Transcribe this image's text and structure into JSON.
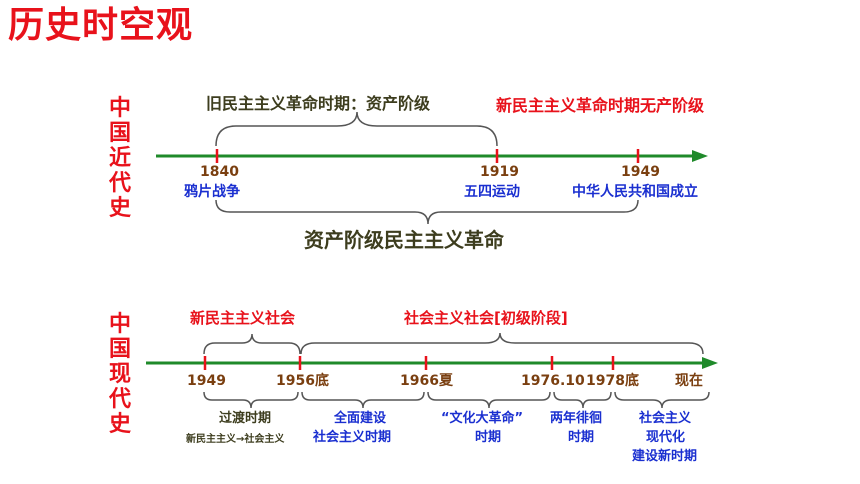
{
  "page_title": "历史时空观",
  "modern": {
    "side_label": "中国近代史",
    "top_labels": {
      "old_period": "旧民主主义革命时期：资产阶级",
      "new_period": "新民主主义革命时期无产阶级"
    },
    "years": [
      "1840",
      "1919",
      "1949"
    ],
    "events": [
      "鸦片战争",
      "五四运动",
      "中华人民共和国成立"
    ],
    "summary": "资产阶级民主主义革命"
  },
  "contemporary": {
    "side_label": "中国现代史",
    "top_labels": {
      "new_society": "新民主主义社会",
      "socialist_society": "社会主义社会[初级阶段]"
    },
    "years": [
      "1949",
      "1956底",
      "1966夏",
      "1976.10",
      "1978底",
      "现在"
    ],
    "periods": {
      "transition": "过渡时期",
      "transition_note": "新民主主义→社会主义",
      "construction_1": "全面建设",
      "construction_2": "社会主义时期",
      "cultural_1": "“文化大革命”",
      "cultural_2": "时期",
      "hesitation_1": "两年徘徊",
      "hesitation_2": "时期",
      "modern_1": "社会主义",
      "modern_2": "现代化",
      "modern_3": "建设新时期"
    }
  },
  "colors": {
    "title_red": "#e8121b",
    "axis_green": "#1f8a2a",
    "tick_red": "#e8121b",
    "year_brown": "#7a3f10",
    "event_blue": "#1a2fd0",
    "brace_gray": "#555555"
  }
}
